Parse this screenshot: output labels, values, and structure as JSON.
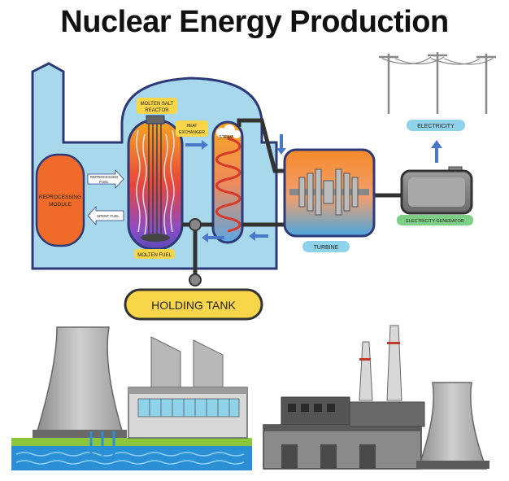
{
  "title": "Nuclear Energy Production",
  "labels": {
    "molten_salt_reactor_1": "MOLTEN SALT",
    "molten_salt_reactor_2": "REACTOR",
    "heat_exchanger_1": "HEAT",
    "heat_exchanger_2": "EXCHANGER",
    "steam": "STEAM",
    "reprocessed_fuel_1": "REPROCESSED",
    "reprocessed_fuel_2": "FUEL",
    "spent_fuel": "SPENT FUEL",
    "reprocessing_module_1": "REPROCESSING",
    "reprocessing_module_2": "MODULE",
    "molten_fuel": "MOLTEN FUEL",
    "turbine": "TURBINE",
    "electricity": "ELECTRICITY",
    "electricity_generator": "ELECTRICITY GENERATOR",
    "holding_tank": "HOLDING TANK"
  },
  "colors": {
    "building_blue": "#a8d8ec",
    "outline_navy": "#2e3a78",
    "reprocessing_orange": "#f06a2a",
    "label_yellow": "#f9d54a",
    "electricity_label": "#8fd3ea",
    "generator_label": "#7ccf84",
    "pipe_dark": "#333333",
    "water_blue": "#2b8fd6",
    "grass_green": "#8cc63f"
  }
}
